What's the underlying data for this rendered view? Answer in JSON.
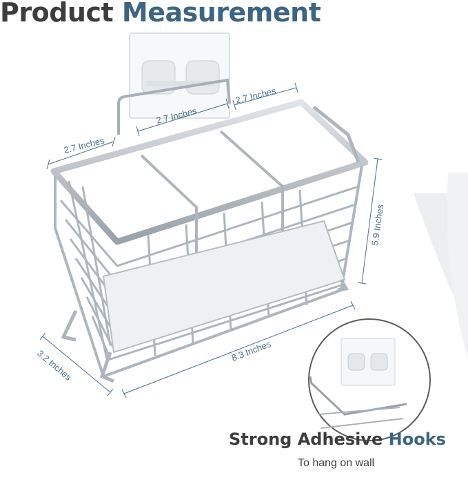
{
  "headline": {
    "part1": "Product",
    "part2": "Measurement"
  },
  "dimensions": {
    "hook_width": "2.7 Inches",
    "side_depth": "2.7 Inches",
    "right_section": "2.7 Inches",
    "height": "5.9 Inches",
    "length": "8.3 Inches",
    "depth": "3.2 Inches"
  },
  "caption": {
    "part1": "Strong Adhesive",
    "part2": "Hooks",
    "sub": "To hang on wall"
  },
  "colors": {
    "headline_dark": "#3d3d3d",
    "accent_blue": "#3e6483",
    "dimension_label": "#4a6c8c",
    "steel": "#b9bfc6"
  }
}
